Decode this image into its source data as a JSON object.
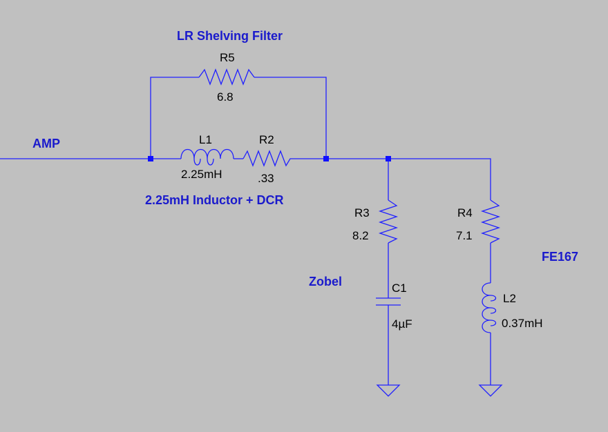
{
  "annotations": {
    "title": "LR Shelving Filter",
    "amp": "AMP",
    "inductor_note": "2.25mH Inductor + DCR",
    "zobel": "Zobel",
    "driver": "FE167"
  },
  "components": {
    "R5": {
      "ref": "R5",
      "value": "6.8"
    },
    "L1": {
      "ref": "L1",
      "value": "2.25mH"
    },
    "R2": {
      "ref": "R2",
      "value": ".33"
    },
    "R3": {
      "ref": "R3",
      "value": "8.2"
    },
    "C1": {
      "ref": "C1",
      "value": "4µF"
    },
    "R4": {
      "ref": "R4",
      "value": "7.1"
    },
    "L2": {
      "ref": "L2",
      "value": "0.37mH"
    }
  },
  "colors": {
    "background": "#c0c0c0",
    "wire": "#2020ff",
    "net_label": "#1a1acc",
    "part_label": "#000000"
  }
}
